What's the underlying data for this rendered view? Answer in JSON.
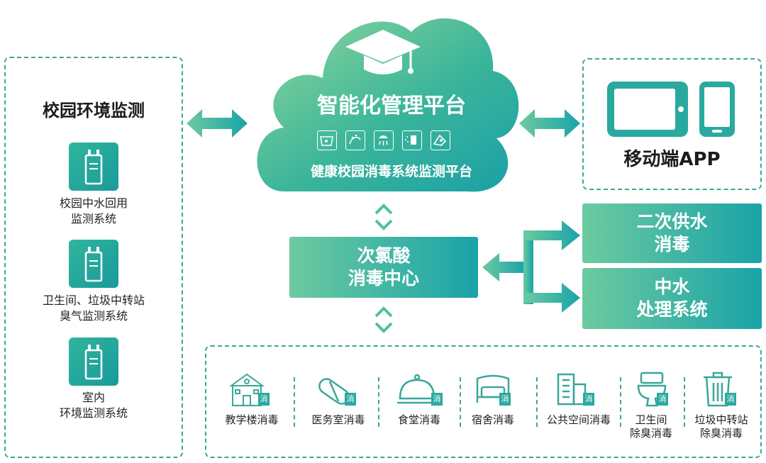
{
  "cloud": {
    "title": "智能化管理平台",
    "subtitle": "健康校园消毒系统监测平台",
    "icons": [
      "wash-basin-icon",
      "hand-wash-icon",
      "shower-icon",
      "spray-icon",
      "disinfect-hand-icon"
    ]
  },
  "left_panel": {
    "title": "校园环境监测",
    "items": [
      {
        "icon": "sensor-device-icon",
        "lines": [
          "校园中水回用",
          "监测系统"
        ]
      },
      {
        "icon": "sensor-device-icon",
        "lines": [
          "卫生间、垃圾中转站",
          "臭气监测系统"
        ]
      },
      {
        "icon": "sensor-device-icon",
        "lines": [
          "室内",
          "环境监测系统"
        ]
      }
    ]
  },
  "app_panel": {
    "label": "移动端APP"
  },
  "center_box": {
    "lines": [
      "次氯酸",
      "消毒中心"
    ]
  },
  "secondary_box": {
    "lines": [
      "二次供水",
      "消毒"
    ]
  },
  "reclaimed_box": {
    "lines": [
      "中水",
      "处理系统"
    ]
  },
  "bottom_panel": {
    "badge": "消",
    "items": [
      {
        "icon": "school-building-icon",
        "lines": [
          "教学楼消毒"
        ]
      },
      {
        "icon": "pill-capsule-icon",
        "lines": [
          "医务室消毒"
        ]
      },
      {
        "icon": "food-cloche-icon",
        "lines": [
          "食堂消毒"
        ]
      },
      {
        "icon": "bed-icon",
        "lines": [
          "宿舍消毒"
        ]
      },
      {
        "icon": "office-building-icon",
        "lines": [
          "公共空间消毒"
        ]
      },
      {
        "icon": "toilet-icon",
        "lines": [
          "卫生间",
          "除臭消毒"
        ]
      },
      {
        "icon": "trash-bin-icon",
        "lines": [
          "垃圾中转站",
          "除臭消毒"
        ]
      }
    ]
  },
  "colors": {
    "teal": "#1aa3a8",
    "green": "#6ccaa0",
    "dashed": "#3aa79a"
  }
}
